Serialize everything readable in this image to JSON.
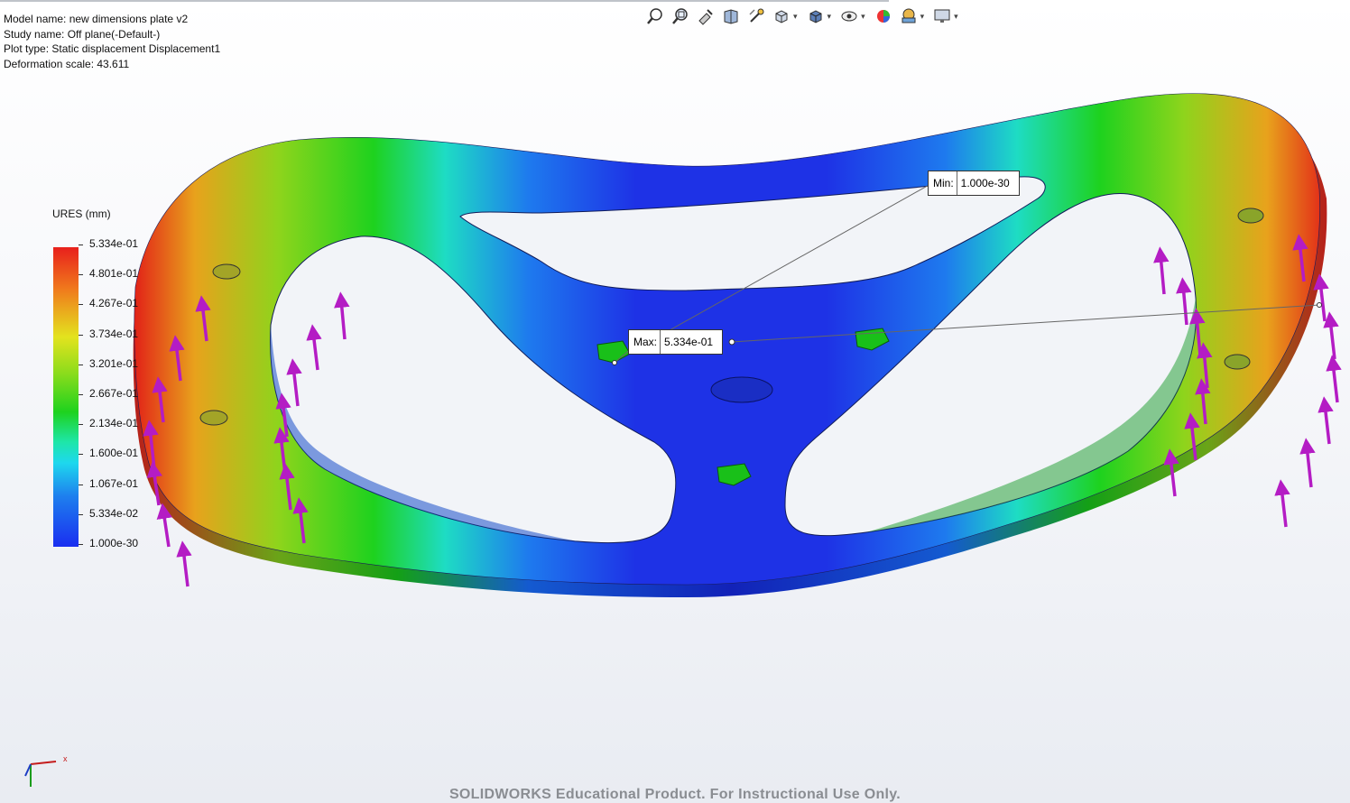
{
  "header": {
    "model_name": "Model name: new dimensions plate v2",
    "study_name": "Study name: Off plane(-Default-)",
    "plot_type": "Plot type: Static displacement Displacement1",
    "deformation_scale": "Deformation scale: 43.611"
  },
  "toolbar": {
    "items": [
      "zoom-to-fit-icon",
      "zoom-to-area-icon",
      "previous-view-icon",
      "section-view-icon",
      "dynamic-annotation-icon",
      "view-orientation-icon",
      "display-style-icon",
      "hide-show-icon",
      "edit-appearance-icon",
      "apply-scene-icon",
      "view-settings-icon"
    ]
  },
  "legend": {
    "title": "URES (mm)",
    "labels": [
      "5.334e-01",
      "4.801e-01",
      "4.267e-01",
      "3.734e-01",
      "3.201e-01",
      "2.667e-01",
      "2.134e-01",
      "1.600e-01",
      "1.067e-01",
      "5.334e-02",
      "1.000e-30"
    ],
    "colors": {
      "max": "#e8201c",
      "min": "#1a2ef0"
    }
  },
  "probes": {
    "min": {
      "key": "Min:",
      "value": "1.000e-30"
    },
    "max": {
      "key": "Max:",
      "value": "5.334e-01"
    }
  },
  "triad": {
    "x_label": "x"
  },
  "watermark": "SOLIDWORKS Educational Product. For Instructional Use Only."
}
